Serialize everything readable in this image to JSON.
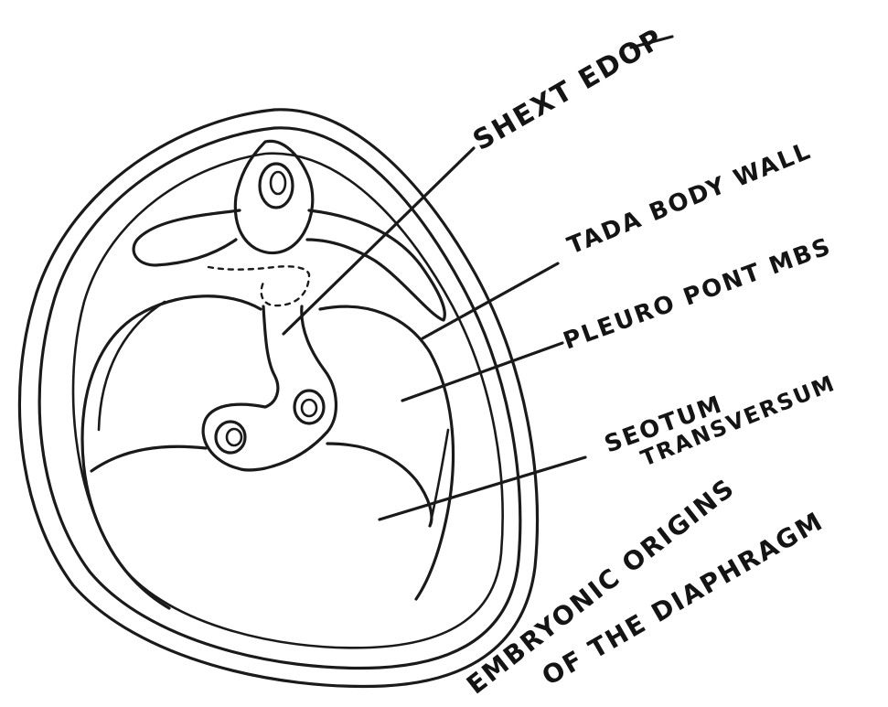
{
  "labels": {
    "septum_edge": "SHEXT EDOP",
    "body_wall": "TADA BODY WALL",
    "pleuro_folds": "PLEURO PONT MBS",
    "septum_line1": "SEOTUM",
    "septum_line2": "TRANSVERSUM",
    "title_line1": "EMBRYONIC ORIGINS",
    "title_line2": "OF THE DIAPHRAGM"
  },
  "colors": {
    "ink": "#1a1a1a",
    "paper": "#ffffff"
  }
}
